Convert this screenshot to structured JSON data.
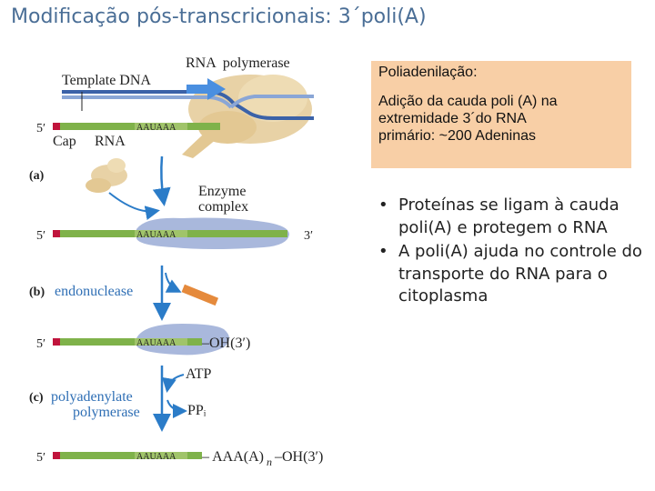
{
  "title": "Modificação pós-transcricionais: 3´poli(A)",
  "diagram": {
    "labels": {
      "template_dna": "Template DNA",
      "rna_polymerase": "RNA  polymerase",
      "five_prime": "5′",
      "three_prime": "3′",
      "cap": "Cap",
      "rna": "RNA",
      "aauaaa": "AAUAAA",
      "step_a": "(a)",
      "step_b": "(b)",
      "step_c": "(c)",
      "enzyme_complex_1": "Enzyme",
      "enzyme_complex_2": "complex",
      "endonuclease": "endonuclease",
      "oh3": "–OH(3′)",
      "atp": "ATP",
      "polyadenylate_1": "polyadenylate",
      "polyadenylate_2": "polymerase",
      "ppi": "PPᵢ",
      "tail_aaa": "– AAA(A)",
      "tail_n": "n",
      "tail_oh": "–OH(3′)"
    },
    "colors": {
      "rna_green": "#7fb24a",
      "cap_red": "#c0143c",
      "dna_blue": "#3b62a8",
      "arrow_blue": "#2b7cc8",
      "polymerase_tan": "#e8d2a6",
      "complex_lavender": "#a9b8dc",
      "fragment_orange": "#e58a3c",
      "endonuclease_blue": "#2f6fb5"
    }
  },
  "info_box": {
    "heading": "Poliadenilação:",
    "line1": "Adição da cauda poli (A) na",
    "line2": "extremidade 3´do RNA",
    "line3": "primário: ~200 Adeninas"
  },
  "bullets": [
    "Proteínas se ligam à cauda poli(A) e protegem o RNA",
    "A poli(A) ajuda no controle do transporte do RNA para o citoplasma"
  ]
}
